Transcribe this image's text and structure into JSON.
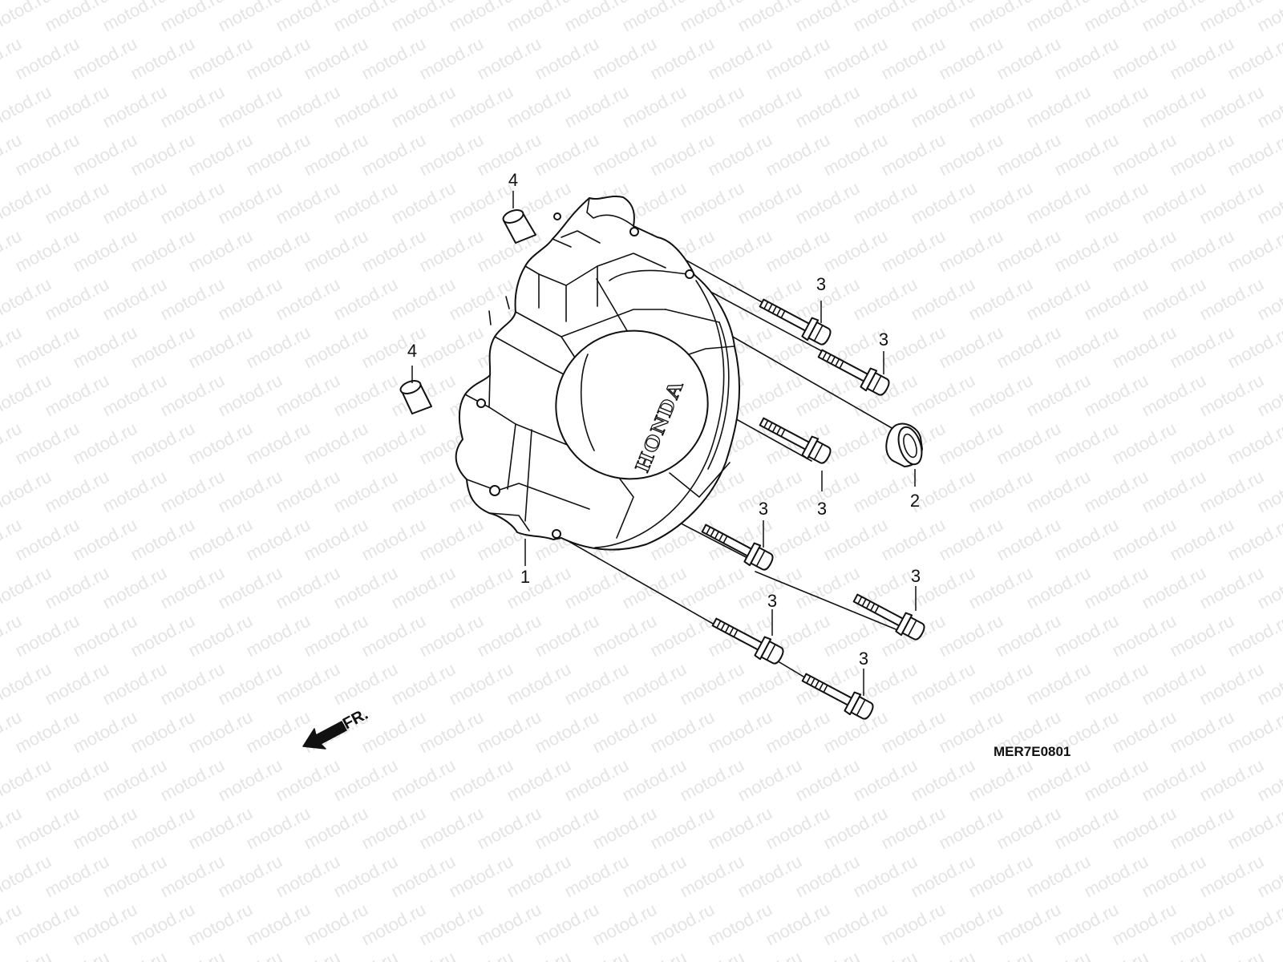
{
  "watermark": {
    "text": "motod.ru",
    "color": "#e4e4e4"
  },
  "diagram": {
    "code": "MER7E0801",
    "cover_brand": "HONDA",
    "front_indicator": "FR.",
    "callouts": [
      {
        "id": "c1",
        "label": "1"
      },
      {
        "id": "c2",
        "label": "2"
      },
      {
        "id": "c3a",
        "label": "3"
      },
      {
        "id": "c3b",
        "label": "3"
      },
      {
        "id": "c3c",
        "label": "3"
      },
      {
        "id": "c3d",
        "label": "3"
      },
      {
        "id": "c3e",
        "label": "3"
      },
      {
        "id": "c3f",
        "label": "3"
      },
      {
        "id": "c3g",
        "label": "3"
      },
      {
        "id": "c4a",
        "label": "4"
      },
      {
        "id": "c4b",
        "label": "4"
      }
    ]
  }
}
